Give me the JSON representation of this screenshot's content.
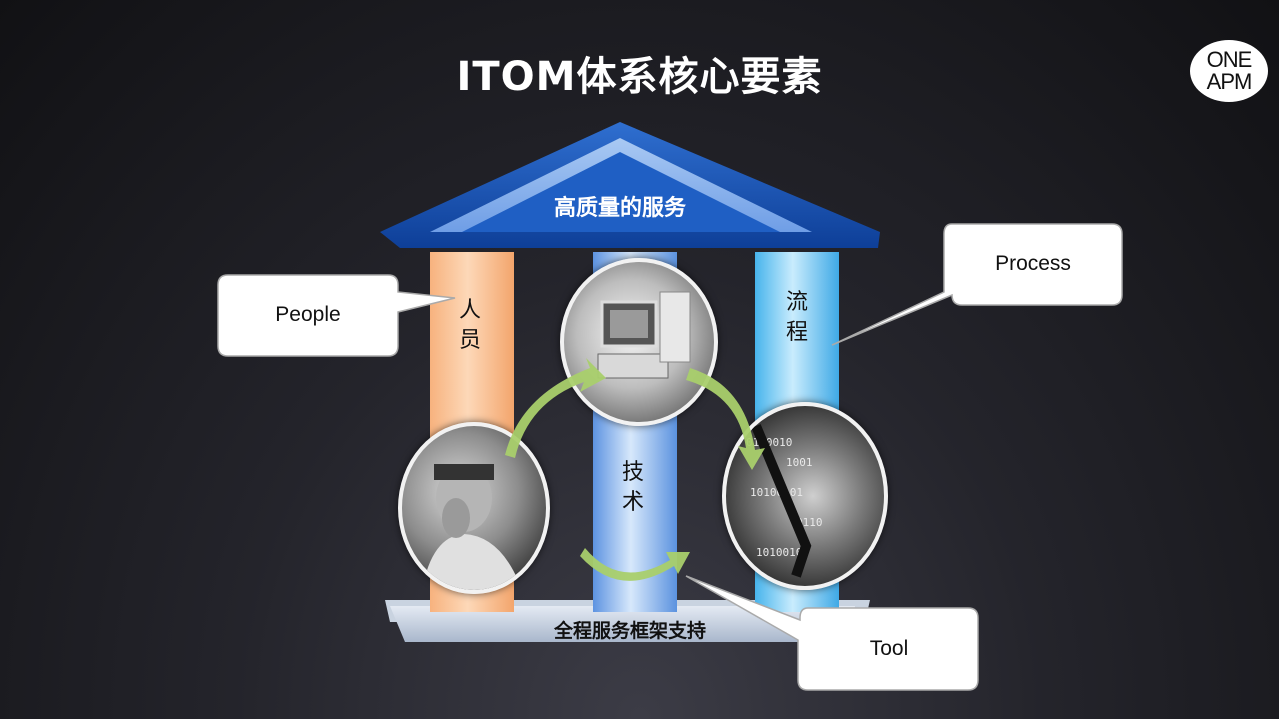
{
  "title": "ITOM体系核心要素",
  "logo": {
    "line1": "ONE",
    "line2": "APM"
  },
  "roof_label": "高质量的服务",
  "pillars": {
    "people": "人员",
    "technology": "技术",
    "process": "流程"
  },
  "base_label": "全程服务框架支持",
  "callouts": {
    "people": "People",
    "process": "Process",
    "tool": "Tool"
  },
  "colors": {
    "roof": "#1c57b5",
    "people_pillar": "#f7b27e",
    "tech_pillar": "#5d93e1",
    "process_pillar": "#47b4ec",
    "arrows": "#a9cf6b"
  }
}
